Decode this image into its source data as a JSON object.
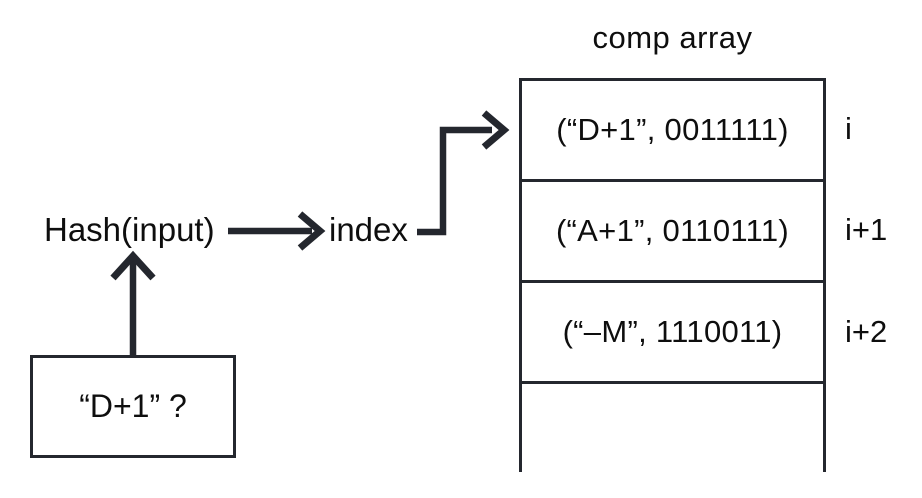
{
  "diagram": {
    "title": "comp array",
    "hash_label": "Hash(input)",
    "index_label": "index",
    "query_label": "“D+1” ?",
    "rows": [
      {
        "value": "(“D+1”, 0011111)",
        "label": "i"
      },
      {
        "value": "(“A+1”, 0110111)",
        "label": "i+1"
      },
      {
        "value": "(“–M”, 1110011)",
        "label": "i+2"
      },
      {
        "value": "",
        "label": ""
      }
    ],
    "colors": {
      "line": "#24272e",
      "text": "#0e0e0e",
      "background": "#ffffff"
    }
  }
}
